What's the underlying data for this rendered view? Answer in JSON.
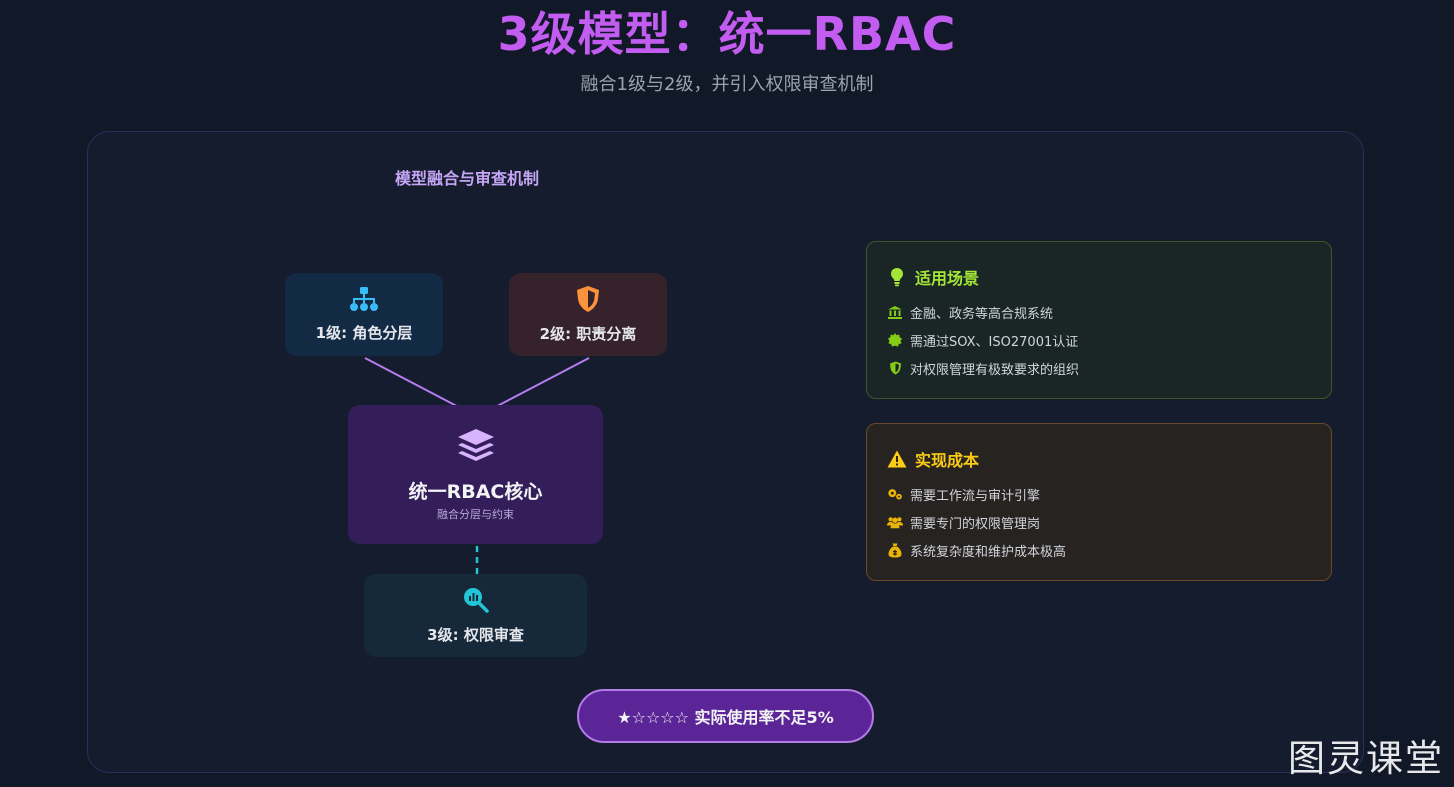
{
  "header": {
    "title": "3级模型：统一RBAC",
    "subtitle": "融合1级与2级，并引入权限审查机制"
  },
  "diagram": {
    "heading": "模型融合与审查机制",
    "nodes": {
      "level1": {
        "label": "1级: 角色分层",
        "icon": "sitemap-icon",
        "color": "#38bdf8"
      },
      "level2": {
        "label": "2级: 职责分离",
        "icon": "shield-icon",
        "color": "#fb923c"
      },
      "core": {
        "label": "统一RBAC核心",
        "sublabel": "融合分层与约束",
        "icon": "layers-icon",
        "color": "#d8b4fe"
      },
      "level3": {
        "label": "3级: 权限审查",
        "icon": "search-chart-icon",
        "color": "#22c5d5"
      }
    },
    "colors": {
      "merge_arrow": "#b57cf0",
      "review_arrow": "#22c5d5"
    }
  },
  "usage_card": {
    "title": "适用场景",
    "icon": "lightbulb-icon",
    "items": [
      {
        "icon": "bank-icon",
        "text": "金融、政务等高合规系统"
      },
      {
        "icon": "certificate-icon",
        "text": "需通过SOX、ISO27001认证"
      },
      {
        "icon": "shield-check-icon",
        "text": "对权限管理有极致要求的组织"
      }
    ]
  },
  "cost_card": {
    "title": "实现成本",
    "icon": "warning-icon",
    "items": [
      {
        "icon": "gears-icon",
        "text": "需要工作流与审计引擎"
      },
      {
        "icon": "users-icon",
        "text": "需要专门的权限管理岗"
      },
      {
        "icon": "money-bag-icon",
        "text": "系统复杂度和维护成本极高"
      }
    ]
  },
  "badge": {
    "text": "★☆☆☆☆ 实际使用率不足5%"
  },
  "watermark": {
    "text": "图灵课堂"
  }
}
